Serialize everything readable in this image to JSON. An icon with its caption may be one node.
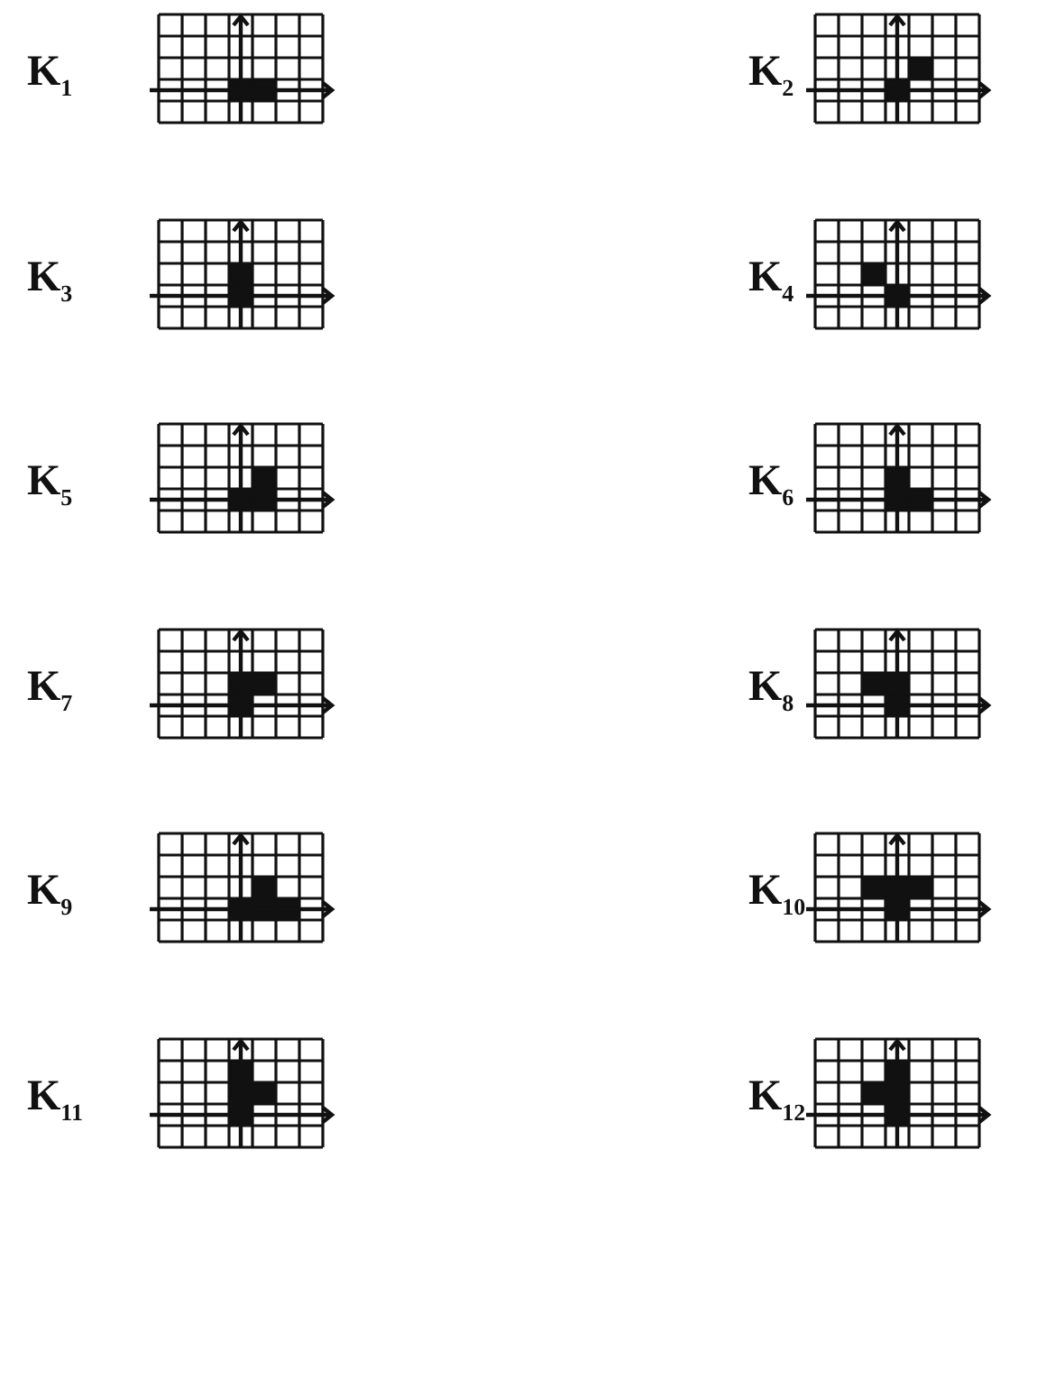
{
  "diagram": {
    "labels": [
      "K$_{1}$",
      "K$_{2}$",
      "K$_{3}$",
      "K$_{4}$",
      "K$_{5}$",
      "K$_{6}$",
      "K$_{7}$",
      "K$_{8}$",
      "K$_{9}$",
      "K$_{10}$",
      "K$_{11}$",
      "K$_{12}$"
    ]
  }
}
